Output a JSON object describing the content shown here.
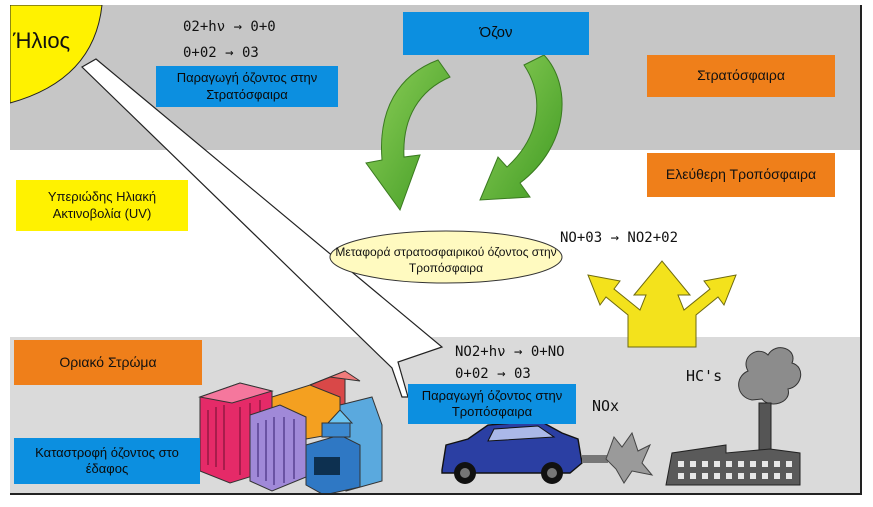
{
  "sun": {
    "label": "Ήλιος"
  },
  "equations": {
    "stratosphere": [
      "02+hν → 0+0",
      "0+02 → 03"
    ],
    "free_troposphere": "NO+03 → NO2+02",
    "boundary": [
      "NO2+hν → 0+NO",
      "0+02 → 03"
    ],
    "nox": "NOx",
    "hcs": "HC's"
  },
  "labels": {
    "ozone": "Όζον",
    "stratosphere_production": "Παραγωγή όζοντος στην Στρατόσφαιρα",
    "stratosphere": "Στρατόσφαιρα",
    "free_troposphere": "Ελεύθερη Τροπόσφαιρα",
    "uv": "Υπεριώδης Ηλιακή Ακτινοβολία (UV)",
    "transport": "Μεταφορά στρατοσφαιρικού όζοντος στην Τροπόσφαιρα",
    "boundary_layer": "Οριακό Στρώμα",
    "troposphere_production": "Παραγωγή όζοντος στην Τροπόσφαιρα",
    "ground_destruction": "Καταστροφή όζοντος στο έδαφος"
  },
  "colors": {
    "stratosphere_band": "#c6c6c6",
    "boundary_band": "#dadada",
    "blue_box": "#0c8fe0",
    "orange_box": "#ef7f1a",
    "yellow_box": "#fff200",
    "green_arrow": "#5cb531",
    "yellow_arrow": "#f3e21c",
    "sun": "#fff200"
  }
}
